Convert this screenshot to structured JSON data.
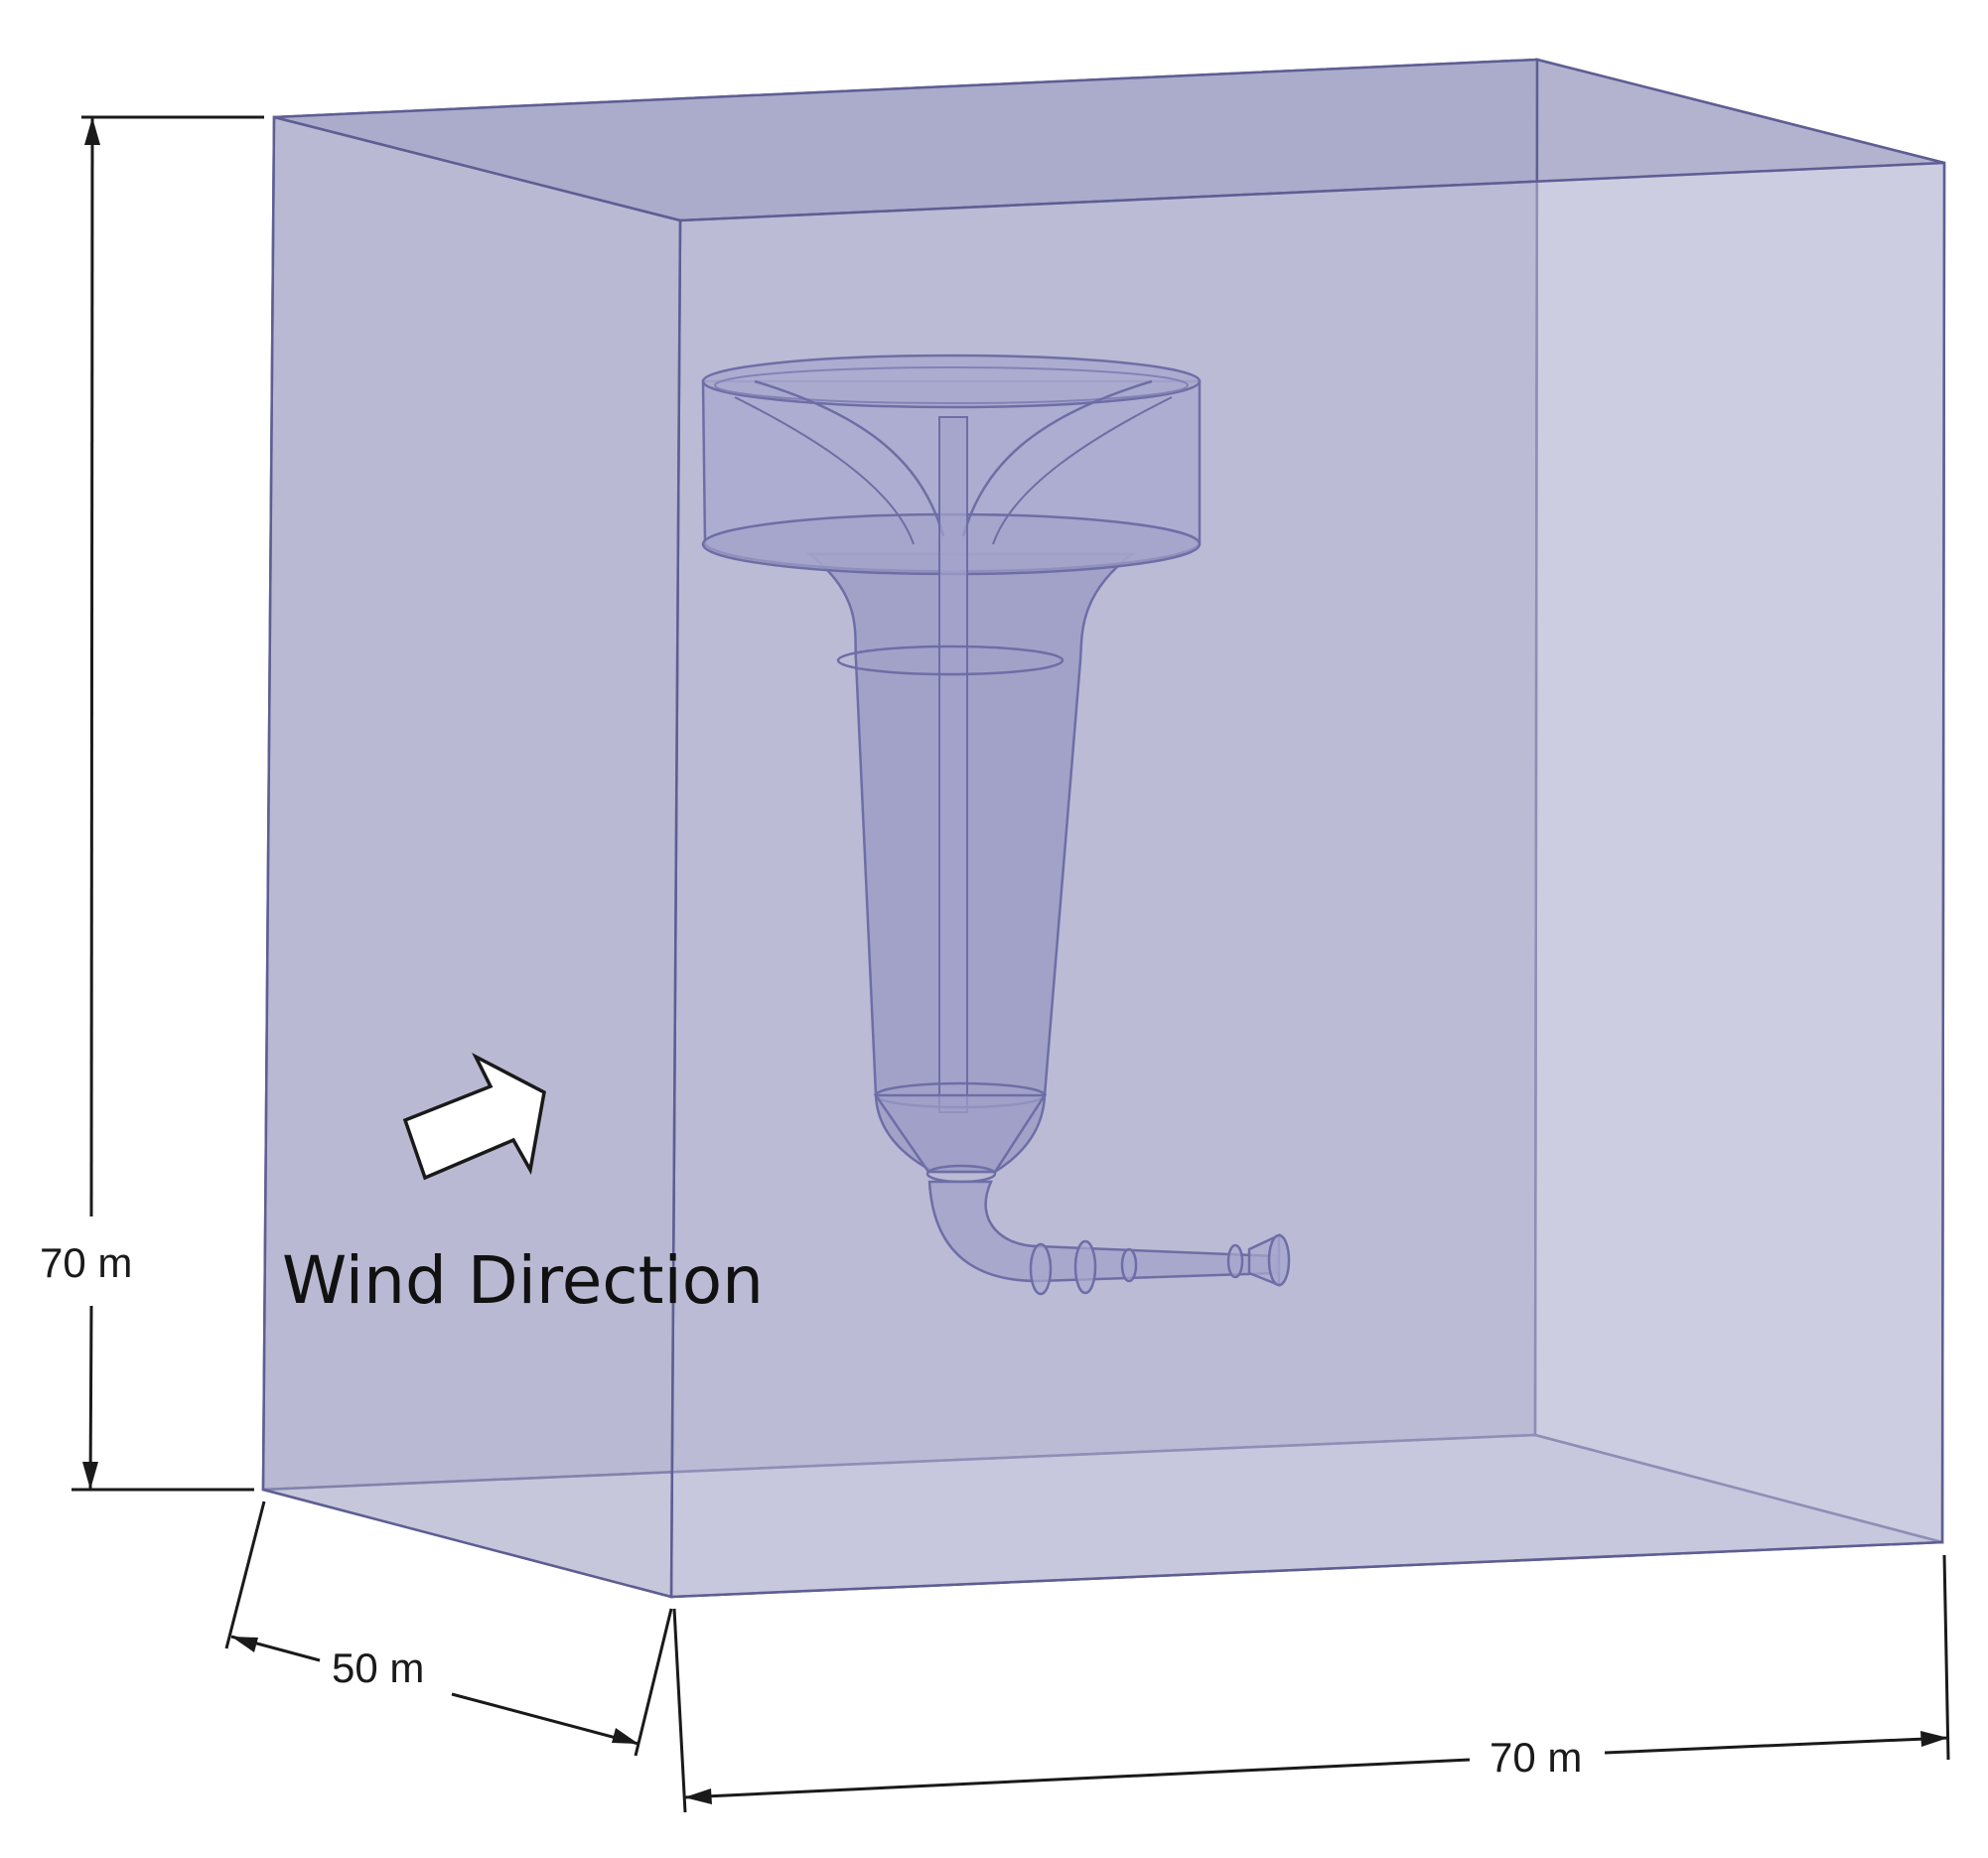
{
  "dimensions": {
    "height": "70 m",
    "depth": "50 m",
    "width": "70 m"
  },
  "wind_label": "Wind Direction",
  "colors": {
    "domain_fill": "#b3b3d0",
    "edge": "#5a5a90",
    "device": "#9c9cc6",
    "dimension_line": "#1a1a1a",
    "arrow_fill": "#ffffff"
  }
}
